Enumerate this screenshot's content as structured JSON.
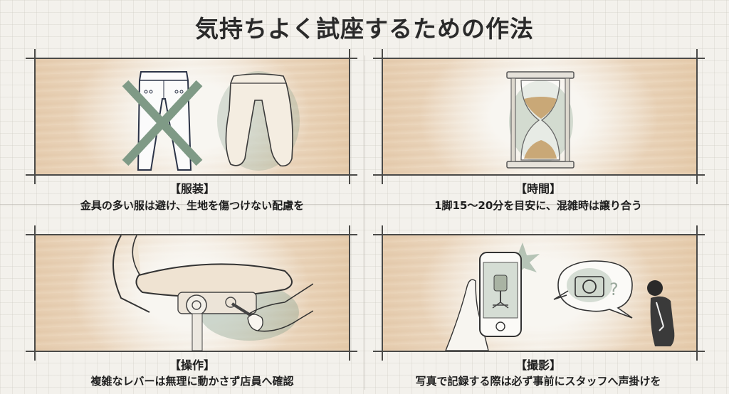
{
  "title": "気持ちよく試座するための作法",
  "panels": [
    {
      "id": "clothing",
      "heading": "【服装】",
      "text": "金具の多い服は避け、生地を傷つけない配慮を",
      "illustration": [
        "jeans-crossed-out-icon",
        "soft-pants-icon"
      ]
    },
    {
      "id": "time",
      "heading": "【時間】",
      "text": "1脚15〜20分を目安に、混雑時は譲り合う",
      "illustration": [
        "hourglass-icon"
      ]
    },
    {
      "id": "operation",
      "heading": "【操作】",
      "text": "複雑なレバーは無理に動かさず店員へ確認",
      "illustration": [
        "chair-lever-hand-icon"
      ]
    },
    {
      "id": "photo",
      "heading": "【撮影】",
      "text": "写真で記録する際は必ず事前にスタッフへ声掛けを",
      "illustration": [
        "smartphone-chair-icon",
        "camera-question-bubble-icon",
        "bowing-staff-icon"
      ]
    }
  ],
  "colors": {
    "background": "#f3f1ec",
    "frame_line": "#4a4a48",
    "accent_green": "#7f9a86",
    "wood": "#e9d2b6",
    "sand": "#c9a877"
  }
}
